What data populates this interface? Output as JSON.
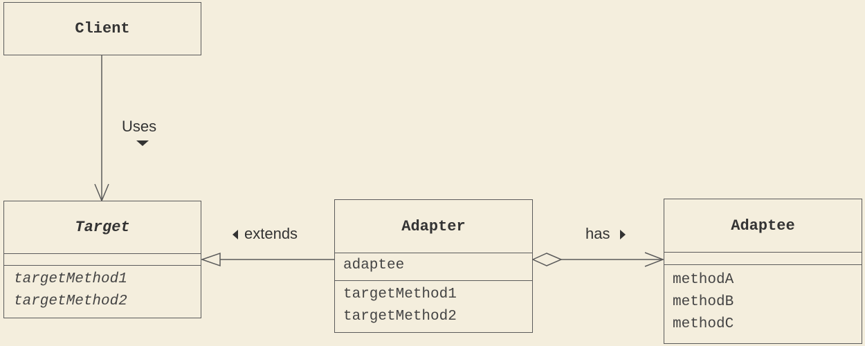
{
  "client": {
    "name": "Client"
  },
  "target": {
    "name": "Target",
    "methods": [
      "targetMethod1",
      "targetMethod2"
    ]
  },
  "adapter": {
    "name": "Adapter",
    "fields": [
      "adaptee"
    ],
    "methods": [
      "targetMethod1",
      "targetMethod2"
    ]
  },
  "adaptee": {
    "name": "Adaptee",
    "methods": [
      "methodA",
      "methodB",
      "methodC"
    ]
  },
  "relations": {
    "uses": "Uses",
    "extends": "extends",
    "has": "has"
  },
  "colors": {
    "background": "#f4eedd",
    "line": "#5a5a5a"
  }
}
